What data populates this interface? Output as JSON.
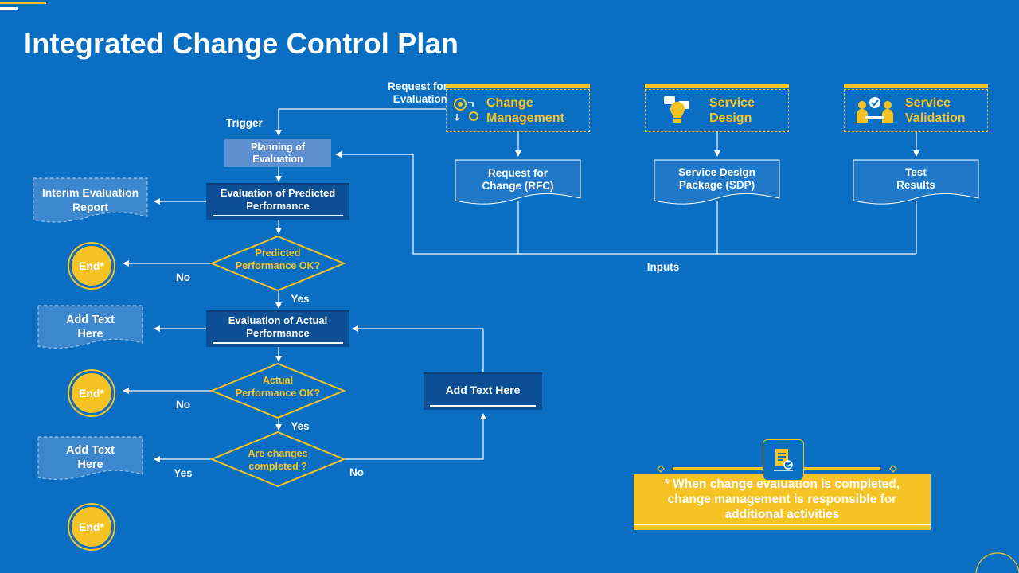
{
  "title": "Integrated Change Control Plan",
  "colors": {
    "background": "#0a6ec2",
    "accent": "#f6c324",
    "dark_box": "#0d4f94",
    "light_box": "#5e8fd0",
    "doc_fill": "#1f78c8"
  },
  "top_tags": [
    {
      "label_line1": "Change",
      "label_line2": "Management",
      "icon": "ideas-gears-icon"
    },
    {
      "label_line1": "Service",
      "label_line2": "Design",
      "icon": "lightbulb-chat-icon"
    },
    {
      "label_line1": "Service",
      "label_line2": "Validation",
      "icon": "handshake-meeting-icon"
    }
  ],
  "documents": [
    {
      "line1": "Request for",
      "line2": "Change (RFC)"
    },
    {
      "line1": "Service Design",
      "line2": "Package (SDP)"
    },
    {
      "line1": "Test",
      "line2": "Results"
    }
  ],
  "labels": {
    "request_eval_1": "Request for",
    "request_eval_2": "Evaluation",
    "trigger": "Trigger",
    "inputs": "Inputs",
    "no": "No",
    "yes": "Yes"
  },
  "flow": {
    "planning_1": "Planning of",
    "planning_2": "Evaluation",
    "eval_predicted_1": "Evaluation of Predicted",
    "eval_predicted_2": "Performance",
    "predicted_ok_1": "Predicted",
    "predicted_ok_2": "Performance OK?",
    "eval_actual_1": "Evaluation of Actual",
    "eval_actual_2": "Performance",
    "actual_ok_1": "Actual",
    "actual_ok_2": "Performance OK?",
    "changes_done_1": "Are changes",
    "changes_done_2": "completed ?",
    "add_text_box": "Add Text Here"
  },
  "side": {
    "interim_1": "Interim Evaluation",
    "interim_2": "Report",
    "add_text_1a": "Add  Text",
    "add_text_1b": "Here",
    "add_text_2a": "Add  Text",
    "add_text_2b": "Here",
    "end": "End*"
  },
  "note": {
    "line1": "* When change evaluation is completed,",
    "line2": "change management is responsible for",
    "line3": "additional activities",
    "icon": "document-check-icon"
  }
}
